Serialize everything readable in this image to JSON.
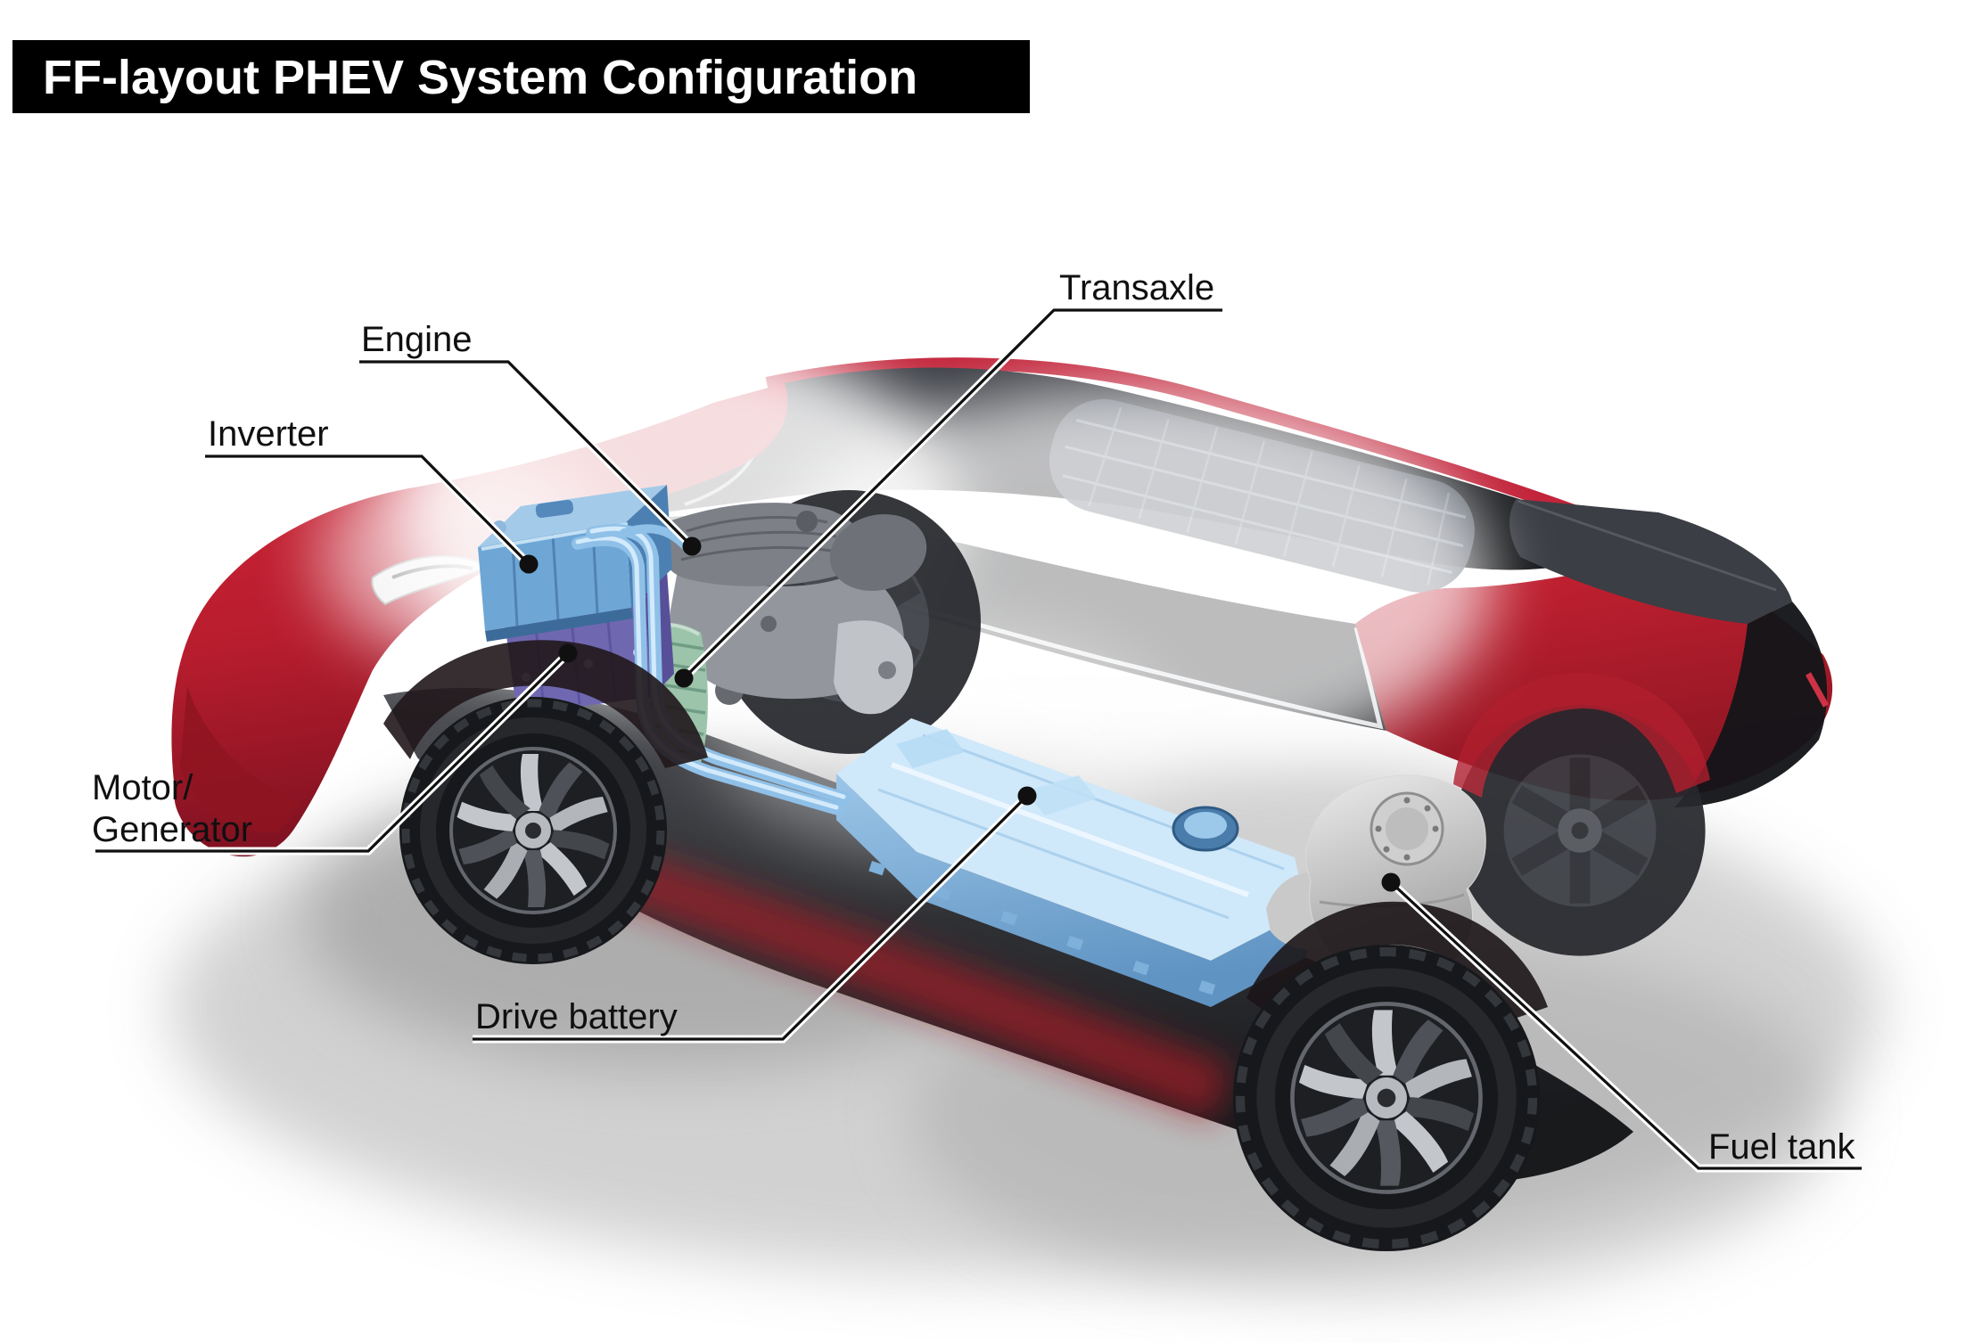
{
  "title": {
    "text": "FF-layout PHEV System Configuration"
  },
  "labels": {
    "engine": "Engine",
    "inverter": "Inverter",
    "transaxle": "Transaxle",
    "motor_generator_line1": "Motor/",
    "motor_generator_line2": "Generator",
    "drive_battery": "Drive battery",
    "fuel_tank": "Fuel tank"
  },
  "components": [
    {
      "id": "inverter",
      "label": "Inverter",
      "color": "#6ea7d6"
    },
    {
      "id": "engine",
      "label": "Engine",
      "color": "#90949a"
    },
    {
      "id": "motor-generator",
      "label": "Motor/Generator",
      "color": "#6f68b0"
    },
    {
      "id": "transaxle",
      "label": "Transaxle",
      "color": "#9cc4ab"
    },
    {
      "id": "drive-battery",
      "label": "Drive battery",
      "color": "#cfe8fa"
    },
    {
      "id": "fuel-tank",
      "label": "Fuel tank",
      "color": "#d9d9d9"
    }
  ],
  "colors": {
    "background": "#ffffff",
    "title_bg": "#000000",
    "title_text": "#ffffff",
    "label_text": "#101010",
    "leader_line": "#101010",
    "body_red": "#c2202f",
    "body_red_dark": "#8e1623",
    "roof_dark": "#2b2e34",
    "window_dark": "#1e2023",
    "trim_silver": "#d9dcdf",
    "inverter_blue": "#6ea7d6",
    "motor_purple": "#6f68b0",
    "transaxle_green": "#9cc4ab",
    "battery_blue": "#cfe8fa",
    "fuel_tank_silver": "#d9d9d9",
    "cable_blue": "#8fc0e8"
  }
}
